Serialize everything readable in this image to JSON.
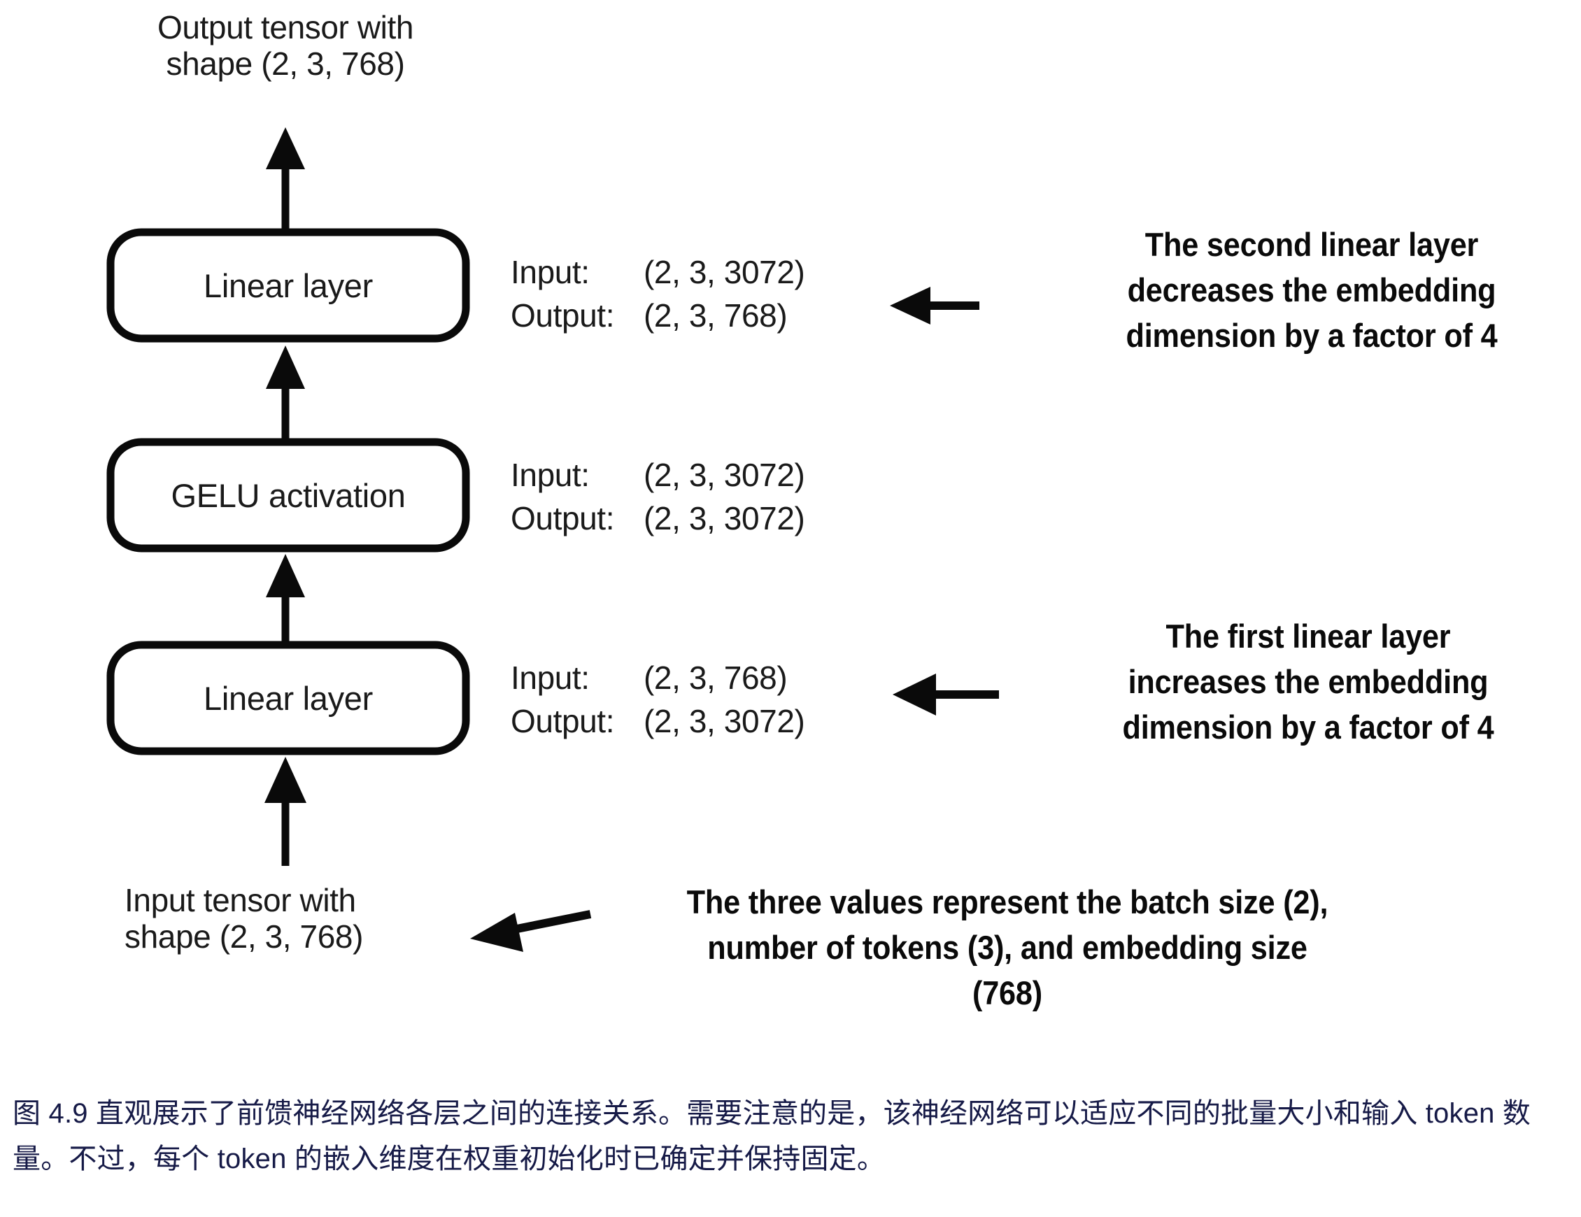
{
  "figure": {
    "title_top": "Output tensor with\nshape (2, 3, 768)",
    "title_bottom": "Input tensor with\nshape (2, 3, 768)"
  },
  "blocks": [
    {
      "id": "linear-2",
      "label": "Linear layer"
    },
    {
      "id": "gelu",
      "label": "GELU activation"
    },
    {
      "id": "linear-1",
      "label": "Linear layer"
    }
  ],
  "io_specs": [
    {
      "for": "linear-2",
      "input_key": "Input:",
      "input_value": "(2, 3, 3072)",
      "output_key": "Output:",
      "output_value": "(2, 3, 768)"
    },
    {
      "for": "gelu",
      "input_key": "Input:",
      "input_value": "(2, 3, 3072)",
      "output_key": "Output:",
      "output_value": "(2, 3, 3072)"
    },
    {
      "for": "linear-1",
      "input_key": "Input:",
      "input_value": "(2, 3, 768)",
      "output_key": "Output:",
      "output_value": "(2, 3, 3072)"
    }
  ],
  "annotations": [
    {
      "id": "second-linear-note",
      "text": "The second linear layer\ndecreases the embedding\ndimension by a factor of 4"
    },
    {
      "id": "first-linear-note",
      "text": "The first linear layer\nincreases the embedding\ndimension by a factor of 4"
    },
    {
      "id": "shape-note",
      "text": "The three values represent the batch size (2),\nnumber of tokens (3), and embedding size\n(768)"
    }
  ],
  "caption": {
    "text": "图 4.9 直观展示了前馈神经网络各层之间的连接关系。需要注意的是，该神经网络可以适应不同的批量大小和输入 token 数量。不过，每个 token 的嵌入维度在权重初始化时已确定并保持固定。",
    "color": "#161a47"
  },
  "colors": {
    "stroke": "#0a0a0a",
    "background": "#ffffff",
    "text": "#1a1a1a",
    "caption": "#161a47"
  },
  "chart_data": {
    "type": "diagram",
    "title": "Feed forward neural network layer connections",
    "nodes": [
      {
        "name": "Input tensor",
        "shape": "(2, 3, 768)"
      },
      {
        "name": "Linear layer",
        "input": "(2, 3, 768)",
        "output": "(2, 3, 3072)"
      },
      {
        "name": "GELU activation",
        "input": "(2, 3, 3072)",
        "output": "(2, 3, 3072)"
      },
      {
        "name": "Linear layer",
        "input": "(2, 3, 3072)",
        "output": "(2, 3, 768)"
      },
      {
        "name": "Output tensor",
        "shape": "(2, 3, 768)"
      }
    ],
    "flow": "bottom-to-top",
    "batch_size": 2,
    "num_tokens": 3,
    "embedding_size": 768,
    "expansion_factor": 4,
    "hidden_size": 3072
  }
}
